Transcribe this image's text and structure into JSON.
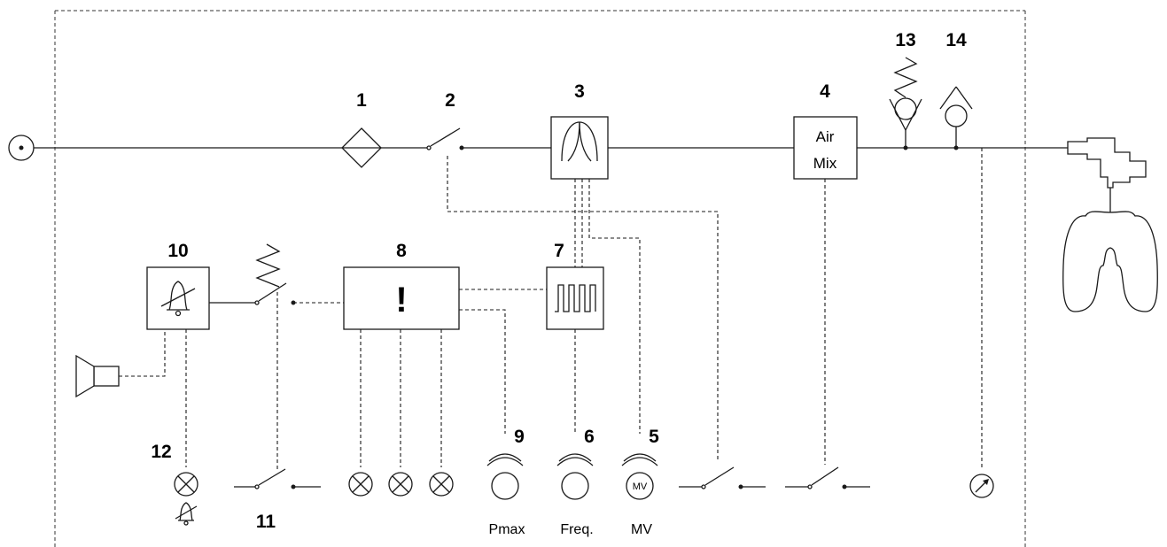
{
  "diagram": {
    "component_numbers": [
      "1",
      "2",
      "3",
      "4",
      "5",
      "6",
      "7",
      "8",
      "9",
      "10",
      "11",
      "12",
      "13",
      "14"
    ],
    "mixer_label_line1": "Air",
    "mixer_label_line2": "Mix",
    "alarm_glyph": "!",
    "knobs": {
      "pmax_label": "Pmax",
      "freq_label": "Freq.",
      "mv_label": "MV",
      "mv_knob_text": "MV"
    }
  }
}
